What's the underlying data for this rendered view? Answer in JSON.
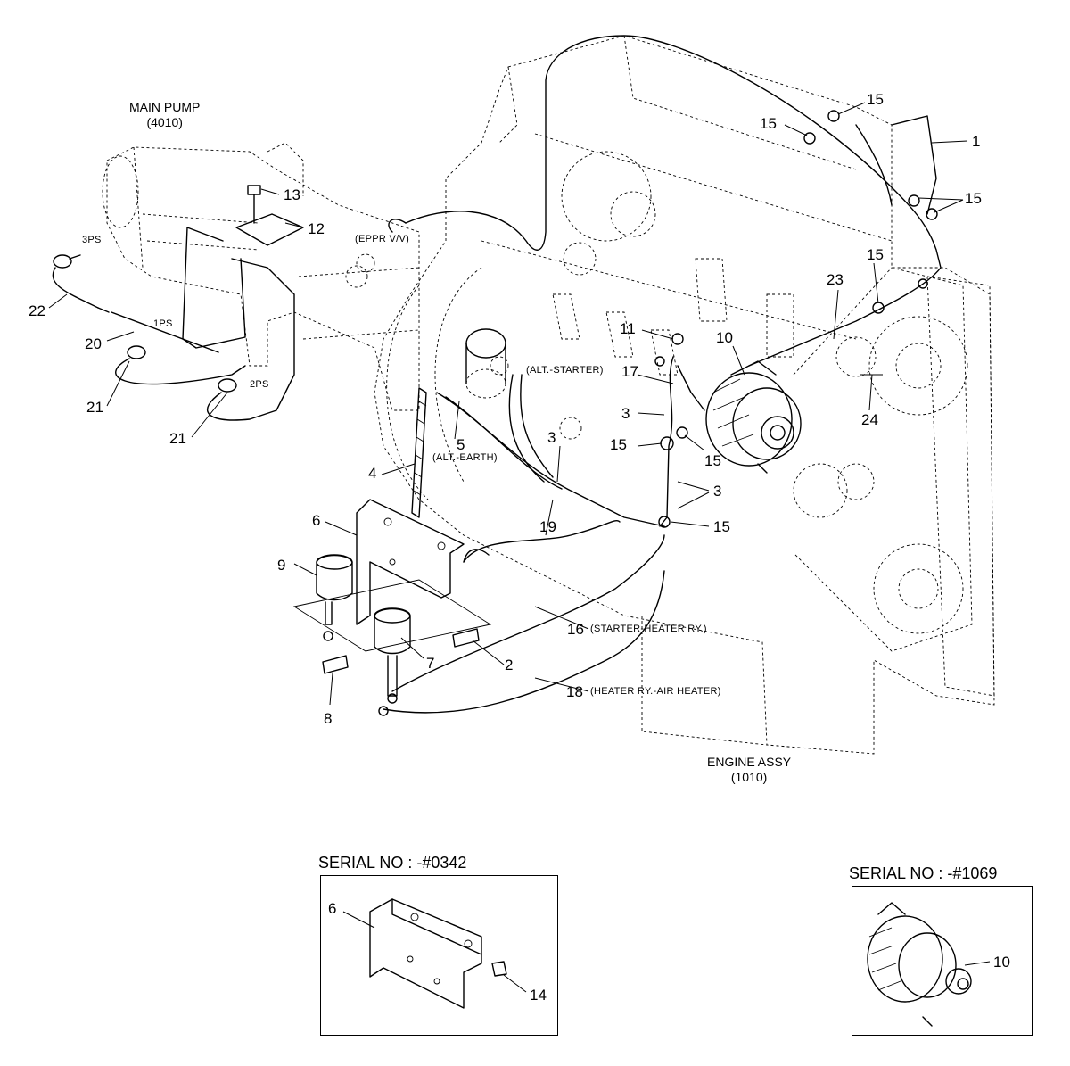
{
  "assemblies": {
    "main_pump": {
      "name": "MAIN PUMP",
      "code": "(4010)"
    },
    "engine": {
      "name": "ENGINE ASSY",
      "code": "(1010)"
    }
  },
  "wire_notes": {
    "eppr": "(EPPR V/V)",
    "alt_starter": "(ALT.-STARTER)",
    "alt_earth": "(ALT.-EARTH)",
    "starter_heater": "(STARTER-HEATER RY.)",
    "heater_air": "(HEATER RY.-AIR HEATER)"
  },
  "sensor_tags": {
    "ps1": "1PS",
    "ps2": "2PS",
    "ps3": "3PS"
  },
  "callouts": {
    "c1": "1",
    "c2": "2",
    "c3a": "3",
    "c3b": "3",
    "c3c": "3",
    "c4": "4",
    "c5": "5",
    "c6": "6",
    "c7": "7",
    "c8": "8",
    "c9": "9",
    "c10": "10",
    "c11": "11",
    "c12": "12",
    "c13": "13",
    "c15a": "15",
    "c15b": "15",
    "c15c": "15",
    "c15d": "15",
    "c15e": "15",
    "c15f": "15",
    "c15g": "15",
    "c16": "16",
    "c17": "17",
    "c18": "18",
    "c19": "19",
    "c20": "20",
    "c21a": "21",
    "c21b": "21",
    "c22": "22",
    "c23": "23",
    "c24": "24"
  },
  "insets": [
    {
      "title": "SERIAL NO : -#0342",
      "callouts": [
        "6",
        "14"
      ]
    },
    {
      "title": "SERIAL NO : -#1069",
      "callouts": [
        "10"
      ]
    }
  ]
}
